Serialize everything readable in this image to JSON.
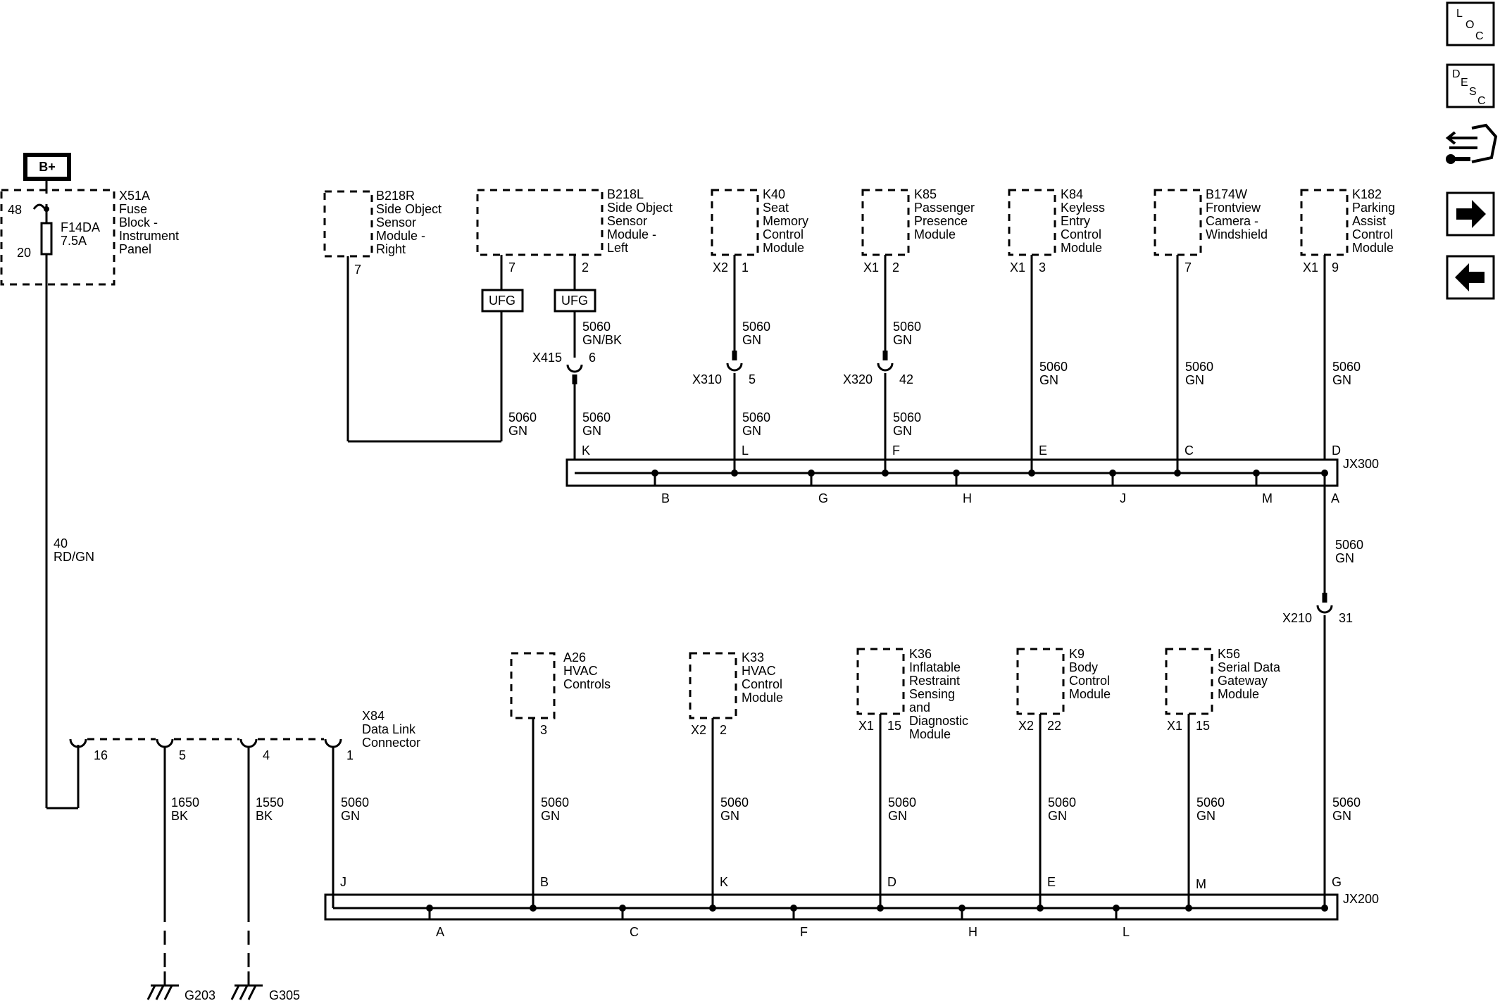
{
  "power": {
    "label": "B+"
  },
  "fuse_block": {
    "ref": "X51A",
    "name_lines": [
      "Fuse",
      "Block -",
      "Instrument",
      "Panel"
    ],
    "fuse_ref": "F14DA",
    "fuse_rating": "7.5A",
    "pin_in": "48",
    "pin_out": "20"
  },
  "wire_power": {
    "circuit": "40",
    "color": "RD/GN"
  },
  "modules_top": [
    {
      "ref": "B218R",
      "name_lines": [
        "Side Object",
        "Sensor",
        "Module -",
        "Right"
      ],
      "connector": "",
      "pin": "7"
    },
    {
      "ref": "B218L",
      "name_lines": [
        "Side Object",
        "Sensor",
        "Module -",
        "Left"
      ],
      "connector": "",
      "pin_a": "7",
      "pin_b": "2"
    },
    {
      "ref": "K40",
      "name_lines": [
        "Seat",
        "Memory",
        "Control",
        "Module"
      ],
      "connector": "X2",
      "pin": "1"
    },
    {
      "ref": "K85",
      "name_lines": [
        "Passenger",
        "Presence",
        "Module"
      ],
      "connector": "X1",
      "pin": "2"
    },
    {
      "ref": "K84",
      "name_lines": [
        "Keyless",
        "Entry",
        "Control",
        "Module"
      ],
      "connector": "X1",
      "pin": "3"
    },
    {
      "ref": "B174W",
      "name_lines": [
        "Frontview",
        "Camera -",
        "Windshield"
      ],
      "connector": "",
      "pin": "7"
    },
    {
      "ref": "K182",
      "name_lines": [
        "Parking",
        "Assist",
        "Control",
        "Module"
      ],
      "connector": "X1",
      "pin": "9"
    }
  ],
  "ufg_label": "UFG",
  "inline_top": [
    {
      "ref": "X415",
      "pin": "6"
    },
    {
      "ref": "X310",
      "pin": "5"
    },
    {
      "ref": "X320",
      "pin": "42"
    }
  ],
  "wires_top_upper": [
    {
      "circuit": "5060",
      "color": "GN/BK"
    },
    {
      "circuit": "5060",
      "color": "GN"
    },
    {
      "circuit": "5060",
      "color": "GN"
    }
  ],
  "wires_top_lower": [
    {
      "circuit": "5060",
      "color": "GN"
    },
    {
      "circuit": "5060",
      "color": "GN"
    },
    {
      "circuit": "5060",
      "color": "GN"
    },
    {
      "circuit": "5060",
      "color": "GN"
    },
    {
      "circuit": "5060",
      "color": "GN"
    },
    {
      "circuit": "5060",
      "color": "GN"
    },
    {
      "circuit": "5060",
      "color": "GN"
    }
  ],
  "splice_top": {
    "ref": "JX300",
    "top_pins": [
      "K",
      "L",
      "F",
      "E",
      "C",
      "D"
    ],
    "bottom_pins": [
      "B",
      "G",
      "H",
      "J",
      "M",
      "A"
    ]
  },
  "wire_riser": {
    "circuit": "5060",
    "color": "GN"
  },
  "inline_riser": {
    "ref": "X210",
    "pin": "31"
  },
  "dlc": {
    "ref": "X84",
    "name_lines": [
      "Data Link",
      "Connector"
    ],
    "pins": [
      "16",
      "5",
      "4",
      "1"
    ]
  },
  "ground_wires": [
    {
      "circuit": "1650",
      "color": "BK"
    },
    {
      "circuit": "1550",
      "color": "BK"
    }
  ],
  "grounds": [
    "G203",
    "G305"
  ],
  "modules_bottom": [
    {
      "ref": "A26",
      "name_lines": [
        "HVAC",
        "Controls"
      ],
      "connector": "",
      "pin": "3"
    },
    {
      "ref": "K33",
      "name_lines": [
        "HVAC",
        "Control",
        "Module"
      ],
      "connector": "X2",
      "pin": "2"
    },
    {
      "ref": "K36",
      "name_lines": [
        "Inflatable",
        "Restraint",
        "Sensing",
        "and",
        "Diagnostic",
        "Module"
      ],
      "connector": "X1",
      "pin": "15"
    },
    {
      "ref": "K9",
      "name_lines": [
        "Body",
        "Control",
        "Module"
      ],
      "connector": "X2",
      "pin": "22"
    },
    {
      "ref": "K56",
      "name_lines": [
        "Serial Data",
        "Gateway",
        "Module"
      ],
      "connector": "X1",
      "pin": "15"
    }
  ],
  "wires_bottom": [
    {
      "circuit": "5060",
      "color": "GN"
    },
    {
      "circuit": "5060",
      "color": "GN"
    },
    {
      "circuit": "5060",
      "color": "GN"
    },
    {
      "circuit": "5060",
      "color": "GN"
    },
    {
      "circuit": "5060",
      "color": "GN"
    },
    {
      "circuit": "5060",
      "color": "GN"
    },
    {
      "circuit": "5060",
      "color": "GN"
    }
  ],
  "splice_bottom": {
    "ref": "JX200",
    "top_pins": [
      "J",
      "B",
      "K",
      "D",
      "E",
      "M",
      "G"
    ],
    "bottom_pins": [
      "A",
      "C",
      "F",
      "H",
      "L"
    ]
  },
  "nav": {
    "loc": {
      "l1": "L",
      "l2": "O",
      "l3": "C"
    },
    "desc": {
      "l1": "D",
      "l2": "E",
      "l3": "S",
      "l4": "C"
    },
    "icons": [
      "connector-wrench-icon",
      "arrow-right-icon",
      "arrow-left-icon"
    ]
  }
}
